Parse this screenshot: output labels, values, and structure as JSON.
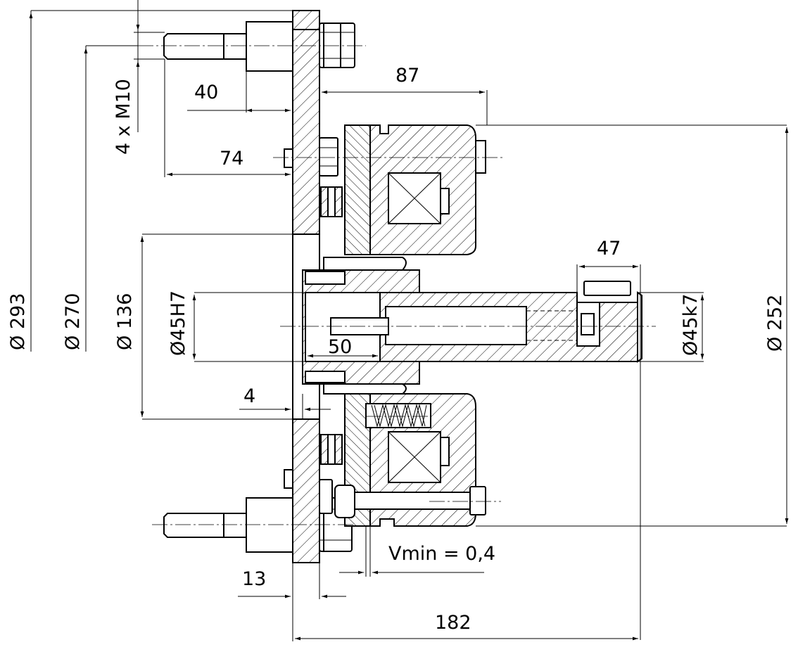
{
  "dimensions": {
    "d293": "Ø 293",
    "d270": "Ø 270",
    "d136": "Ø 136",
    "d45H7": "Ø45H7",
    "d45k7": "Ø45k7",
    "d252": "Ø 252",
    "thread": "4 x M10",
    "l40": "40",
    "l74": "74",
    "l87": "87",
    "l47": "47",
    "l50": "50",
    "l4": "4",
    "l13": "13",
    "l182": "182",
    "vmin": "Vmin = 0,4"
  }
}
